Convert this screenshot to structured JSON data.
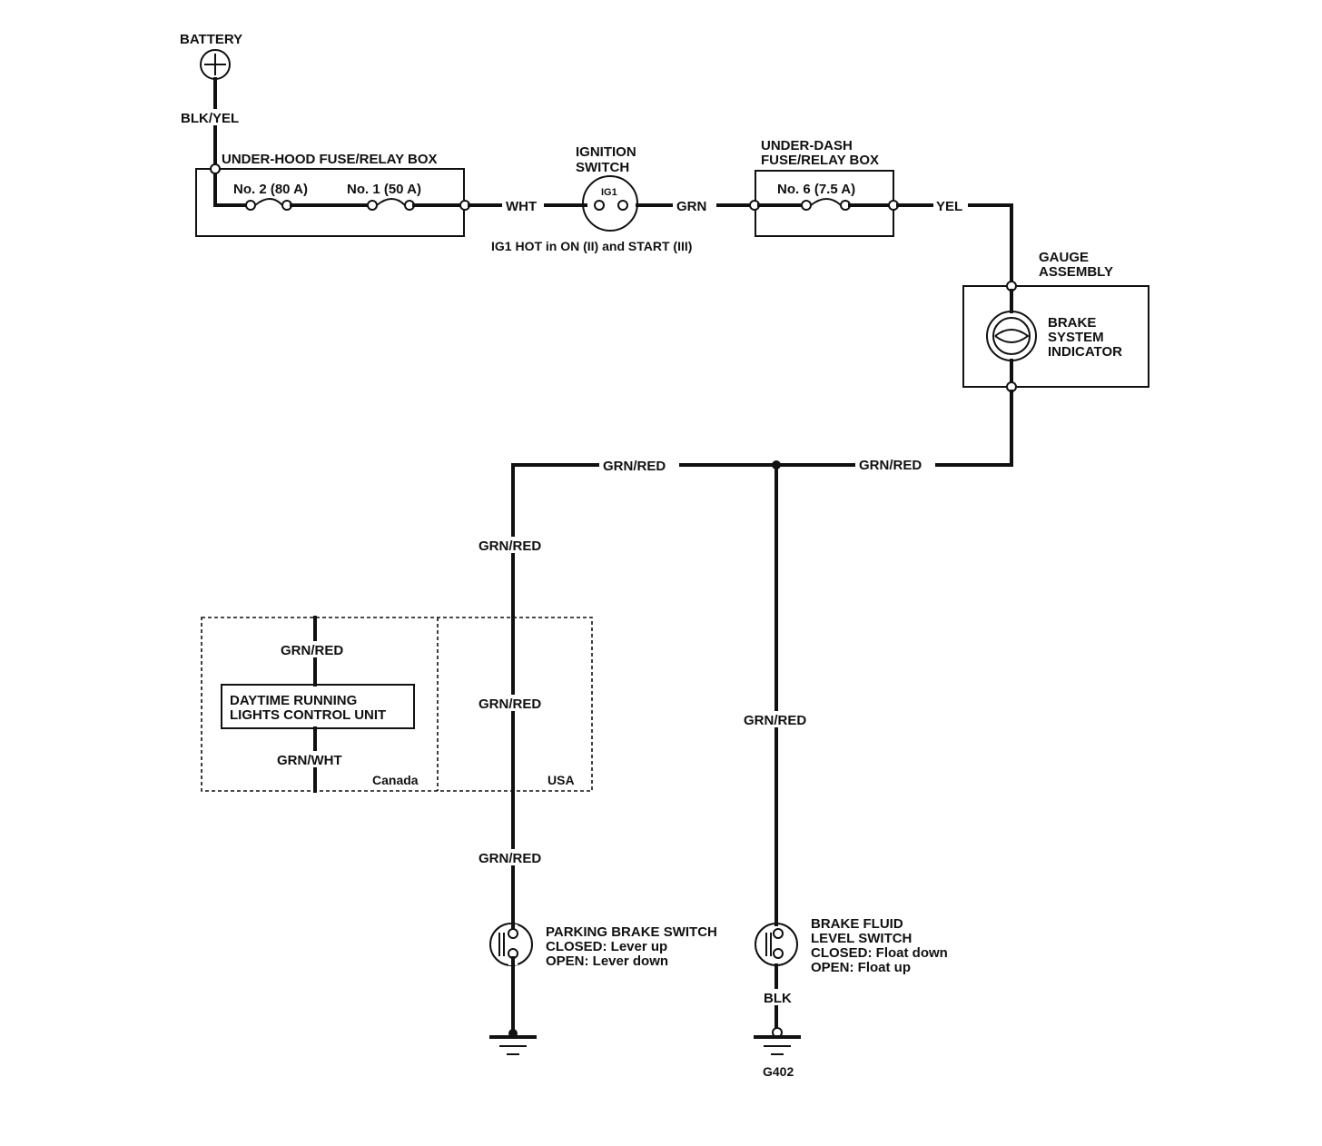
{
  "battery": {
    "label": "BATTERY",
    "wire": "BLK/YEL"
  },
  "underhood": {
    "title": "UNDER-HOOD FUSE/RELAY BOX",
    "fuse_a": "No. 2 (80 A)",
    "fuse_b": "No. 1 (50 A)",
    "out_wire": "WHT"
  },
  "ignition": {
    "title_line1": "IGNITION",
    "title_line2": "SWITCH",
    "contact": "IG1",
    "note": "IG1 HOT in ON (II) and START (III)",
    "out_wire": "GRN"
  },
  "underdash": {
    "title_line1": "UNDER-DASH",
    "title_line2": "FUSE/RELAY BOX",
    "fuse": "No. 6 (7.5 A)",
    "out_wire": "YEL"
  },
  "gauge": {
    "title_line1": "GAUGE",
    "title_line2": "ASSEMBLY",
    "indicator_line1": "BRAKE",
    "indicator_line2": "SYSTEM",
    "indicator_line3": "INDICATOR"
  },
  "wires": {
    "top_left": "GRN/RED",
    "top_right": "GRN/RED",
    "left_upper": "GRN/RED",
    "canada_upper": "GRN/RED",
    "canada_lower": "GRN/WHT",
    "usa": "GRN/RED",
    "left_lower": "GRN/RED",
    "middle": "GRN/RED",
    "ground_wire": "BLK"
  },
  "drl": {
    "line1": "DAYTIME RUNNING",
    "line2": "LIGHTS CONTROL UNIT",
    "canada": "Canada",
    "usa": "USA"
  },
  "parking_switch": {
    "line1": "PARKING BRAKE SWITCH",
    "line2": "CLOSED: Lever up",
    "line3": "OPEN: Lever down"
  },
  "fluid_switch": {
    "line1": "BRAKE FLUID",
    "line2": "LEVEL SWITCH",
    "line3": "CLOSED: Float down",
    "line4": "OPEN: Float up"
  },
  "ground": {
    "label": "G402"
  }
}
